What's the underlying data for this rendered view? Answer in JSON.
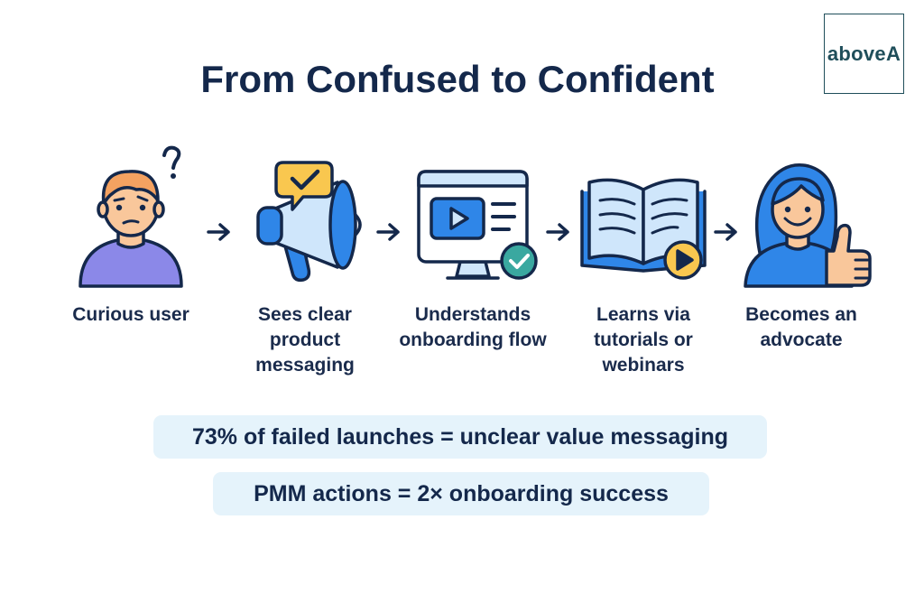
{
  "logo": {
    "text": "aboveA"
  },
  "title": "From Confused to Confident",
  "steps": [
    {
      "label": "Curious user",
      "icon": "confused-person-icon"
    },
    {
      "label": "Sees clear product messaging",
      "icon": "megaphone-icon"
    },
    {
      "label": "Understands onboarding flow",
      "icon": "video-screen-icon"
    },
    {
      "label": "Learns via tutorials or webinars",
      "icon": "book-video-icon"
    },
    {
      "label": "Becomes an advocate",
      "icon": "happy-person-thumbs-up-icon"
    }
  ],
  "arrow_icon": "arrow-right-icon",
  "stats": [
    {
      "text": "73% of failed launches = unclear value messaging"
    },
    {
      "text": "PMM actions = 2× onboarding success"
    }
  ],
  "colors": {
    "navy": "#14284b",
    "blue": "#2f86e8",
    "light_blue": "#cfe6fb",
    "purple": "#8b88e8",
    "orange": "#f4a261",
    "yellow": "#f9c74f",
    "teal": "#3aa8a0",
    "stat_bg": "#e5f3fb"
  }
}
